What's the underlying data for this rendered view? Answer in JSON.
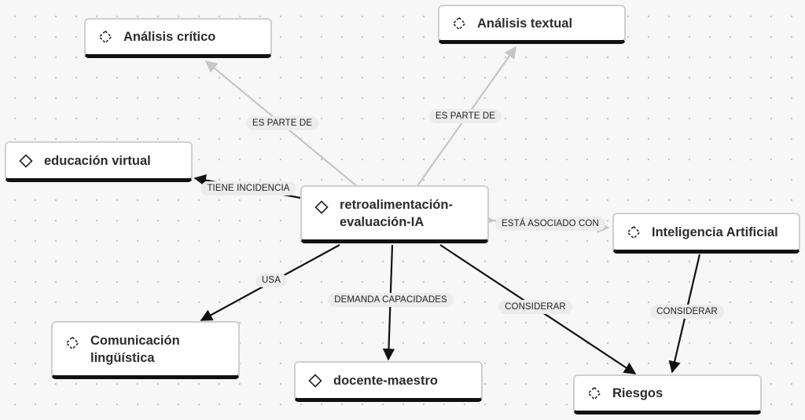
{
  "nodes": {
    "analisis_critico": {
      "label": "Análisis crítico",
      "icon": "dashed-diamond-icon"
    },
    "analisis_textual": {
      "label": "Análisis textual",
      "icon": "dashed-diamond-icon"
    },
    "educacion_virtual": {
      "label": "educación virtual",
      "icon": "diamond-icon"
    },
    "retro": {
      "label_line1": "retroalimentación-",
      "label_line2": "evaluación-IA",
      "icon": "diamond-icon"
    },
    "inteligencia": {
      "label": "Inteligencia Artificial",
      "icon": "dashed-diamond-icon"
    },
    "comunicacion": {
      "label_line1": "Comunicación",
      "label_line2": "lingüística",
      "icon": "dashed-diamond-icon"
    },
    "docente": {
      "label": "docente-maestro",
      "icon": "diamond-icon"
    },
    "riesgos": {
      "label": "Riesgos",
      "icon": "dashed-diamond-icon"
    }
  },
  "edges": {
    "es_parte_de_critico": "ES PARTE DE",
    "es_parte_de_textual": "ES PARTE DE",
    "tiene_incidencia": "TIENE INCIDENCIA",
    "esta_asociado": "ESTÁ ASOCIADO CON",
    "usa": "USA",
    "demanda": "DEMANDA CAPACIDADES",
    "considerar_1": "CONSIDERAR",
    "considerar_2": "CONSIDERAR"
  },
  "colors": {
    "edge_dark": "#111111",
    "edge_light": "#c6c6c6",
    "node_border": "#cfcfcf",
    "label_bg": "#ececec"
  }
}
